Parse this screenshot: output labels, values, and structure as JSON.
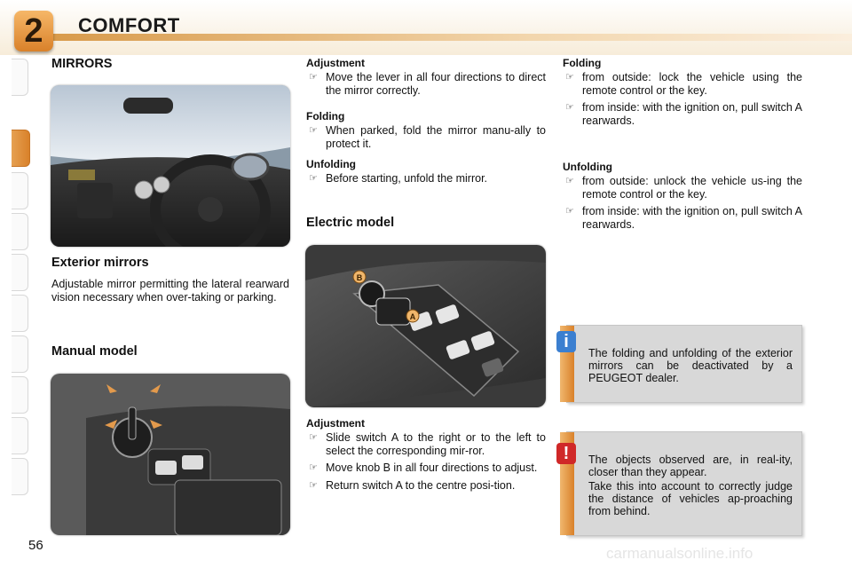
{
  "header": {
    "chapter_number": "2",
    "title": "COMFORT"
  },
  "page_number": "56",
  "col1": {
    "section_title": "MIRRORS",
    "exterior_title": "Exterior mirrors",
    "exterior_text": "Adjustable mirror permitting the lateral rearward vision necessary when over-taking or parking.",
    "manual_title": "Manual model"
  },
  "col2": {
    "adjustment_title": "Adjustment",
    "adjustment_items": [
      "Move the lever in all four directions to direct the mirror correctly."
    ],
    "folding_title": "Folding",
    "folding_items": [
      "When parked, fold the mirror manu-ally to protect it."
    ],
    "unfolding_title": "Unfolding",
    "unfolding_items": [
      "Before starting, unfold the mirror."
    ],
    "electric_title": "Electric model",
    "adjustment2_title": "Adjustment",
    "adjustment2_items": [
      "Slide switch A to the right or to the left to select the corresponding mir-ror.",
      "Move knob B in all four directions to adjust.",
      "Return switch A to the centre posi-tion."
    ]
  },
  "col3": {
    "folding_title": "Folding",
    "folding_items": [
      "from outside: lock the vehicle using the remote control or the key.",
      "from inside: with the ignition on, pull switch A rearwards."
    ],
    "unfolding_title": "Unfolding",
    "unfolding_items": [
      "from outside: unlock the vehicle us-ing the remote control or the key.",
      "from inside: with the ignition on, pull switch A rearwards."
    ]
  },
  "info_note": {
    "icon": "i",
    "text": "The folding and unfolding of the exterior mirrors can be deactivated by a PEUGEOT dealer."
  },
  "warning_note": {
    "icon": "!",
    "text1": "The objects observed are, in real-ity, closer than they appear.",
    "text2": "Take this into account to correctly judge the distance of vehicles ap-proaching from behind."
  },
  "bullet_glyph": "☞",
  "photo_labels": {
    "knob": "B",
    "switch": "A"
  },
  "watermark": "carmanualsonline.info",
  "colors": {
    "accent": "#d9812a",
    "note_bg": "#d8d8d8",
    "info_icon": "#3b7fd0",
    "warning_icon": "#d02828"
  }
}
